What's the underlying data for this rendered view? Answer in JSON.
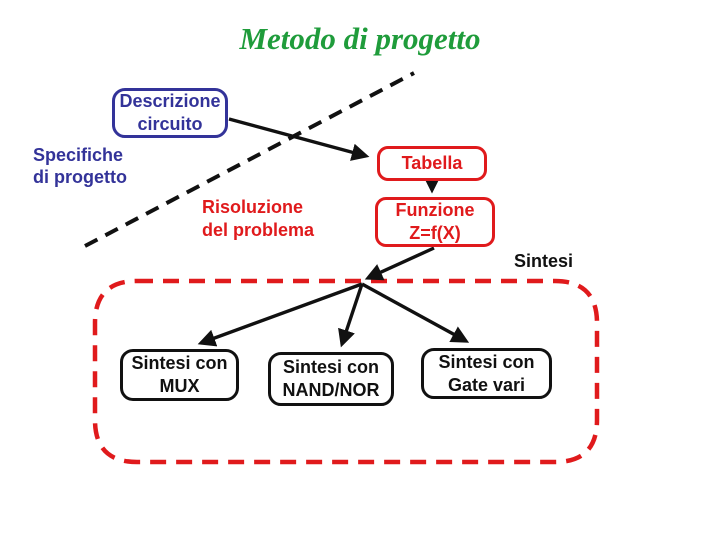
{
  "slide": {
    "title": "Metodo di progetto"
  },
  "colors": {
    "title_green": "#1f9c3b",
    "brand_blue": "#333399",
    "accent_red": "#e01a1c",
    "ink": "#111111",
    "bg": "#ffffff"
  },
  "diagram": {
    "nodes": {
      "descrizione": {
        "line1": "Descrizione",
        "line2": "circuito"
      },
      "tabella": {
        "label": "Tabella"
      },
      "funzione": {
        "line1": "Funzione",
        "line2": "Z=f(X)"
      },
      "mux": {
        "line1": "Sintesi con",
        "line2": "MUX"
      },
      "nandnor": {
        "line1": "Sintesi con",
        "line2": "NAND/NOR"
      },
      "gatevari": {
        "line1": "Sintesi con",
        "line2": "Gate vari"
      }
    },
    "labels": {
      "specifiche": {
        "line1": "Specifiche",
        "line2": "di progetto"
      },
      "risoluzione": {
        "line1": "Risoluzione",
        "line2": "del problema"
      },
      "sintesi": "Sintesi"
    }
  }
}
